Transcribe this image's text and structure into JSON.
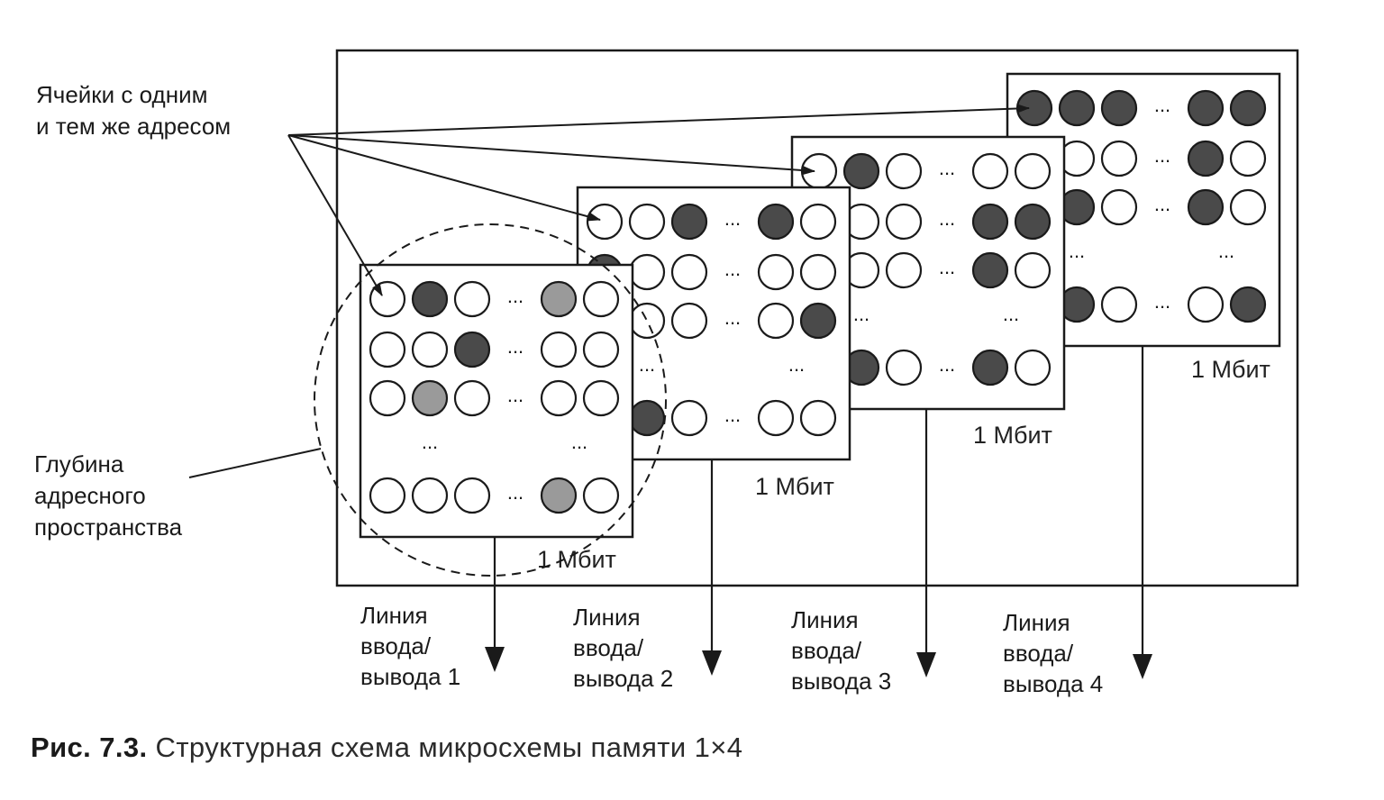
{
  "labels": {
    "same_address_line1": "Ячейки с одним",
    "same_address_line2": "и тем же адресом",
    "depth_line1": "Глубина",
    "depth_line2": "адресного",
    "depth_line3": "пространства",
    "ellipsis": "...",
    "ellipsis_vertical": "⋮"
  },
  "planes": [
    {
      "capacity": "1 Мбит"
    },
    {
      "capacity": "1 Мбит"
    },
    {
      "capacity": "1 Мбит"
    },
    {
      "capacity": "1 Мбит"
    }
  ],
  "io_lines": [
    {
      "line1": "Линия",
      "line2": "ввода/",
      "line3": "вывода 1"
    },
    {
      "line1": "Линия",
      "line2": "ввода/",
      "line3": "вывода 2"
    },
    {
      "line1": "Линия",
      "line2": "ввода/",
      "line3": "вывода 3"
    },
    {
      "line1": "Линия",
      "line2": "ввода/",
      "line3": "вывода 4"
    }
  ],
  "caption": {
    "prefix": "Рис. 7.3.",
    "text": "Структурная схема микросхемы памяти 1×4"
  },
  "colors": {
    "ink": "#1a1a1a",
    "dark_cell": "#4a4a4a",
    "gray_cell": "#9a9a9a",
    "empty_cell": "#ffffff"
  },
  "cell_grid_states": {
    "legend": "0 = empty, 1 = dark, 2 = gray",
    "plane_1": [
      [
        0,
        1,
        0,
        2,
        0
      ],
      [
        0,
        0,
        1,
        0,
        0
      ],
      [
        0,
        2,
        0,
        0,
        0
      ],
      [
        0,
        0,
        0,
        2,
        0
      ]
    ],
    "plane_2": [
      [
        0,
        0,
        1,
        1,
        0
      ],
      [
        1,
        0,
        0,
        0,
        0
      ],
      [
        1,
        0,
        0,
        0,
        1
      ],
      [
        0,
        1,
        0,
        0,
        0
      ]
    ],
    "plane_3": [
      [
        0,
        1,
        0,
        0,
        0
      ],
      [
        0,
        0,
        0,
        1,
        1
      ],
      [
        0,
        0,
        0,
        1,
        0
      ],
      [
        1,
        1,
        0,
        1,
        0
      ]
    ],
    "plane_4": [
      [
        1,
        1,
        1,
        1,
        1
      ],
      [
        0,
        0,
        0,
        1,
        0
      ],
      [
        0,
        1,
        0,
        1,
        0
      ],
      [
        1,
        1,
        0,
        0,
        1
      ]
    ]
  }
}
